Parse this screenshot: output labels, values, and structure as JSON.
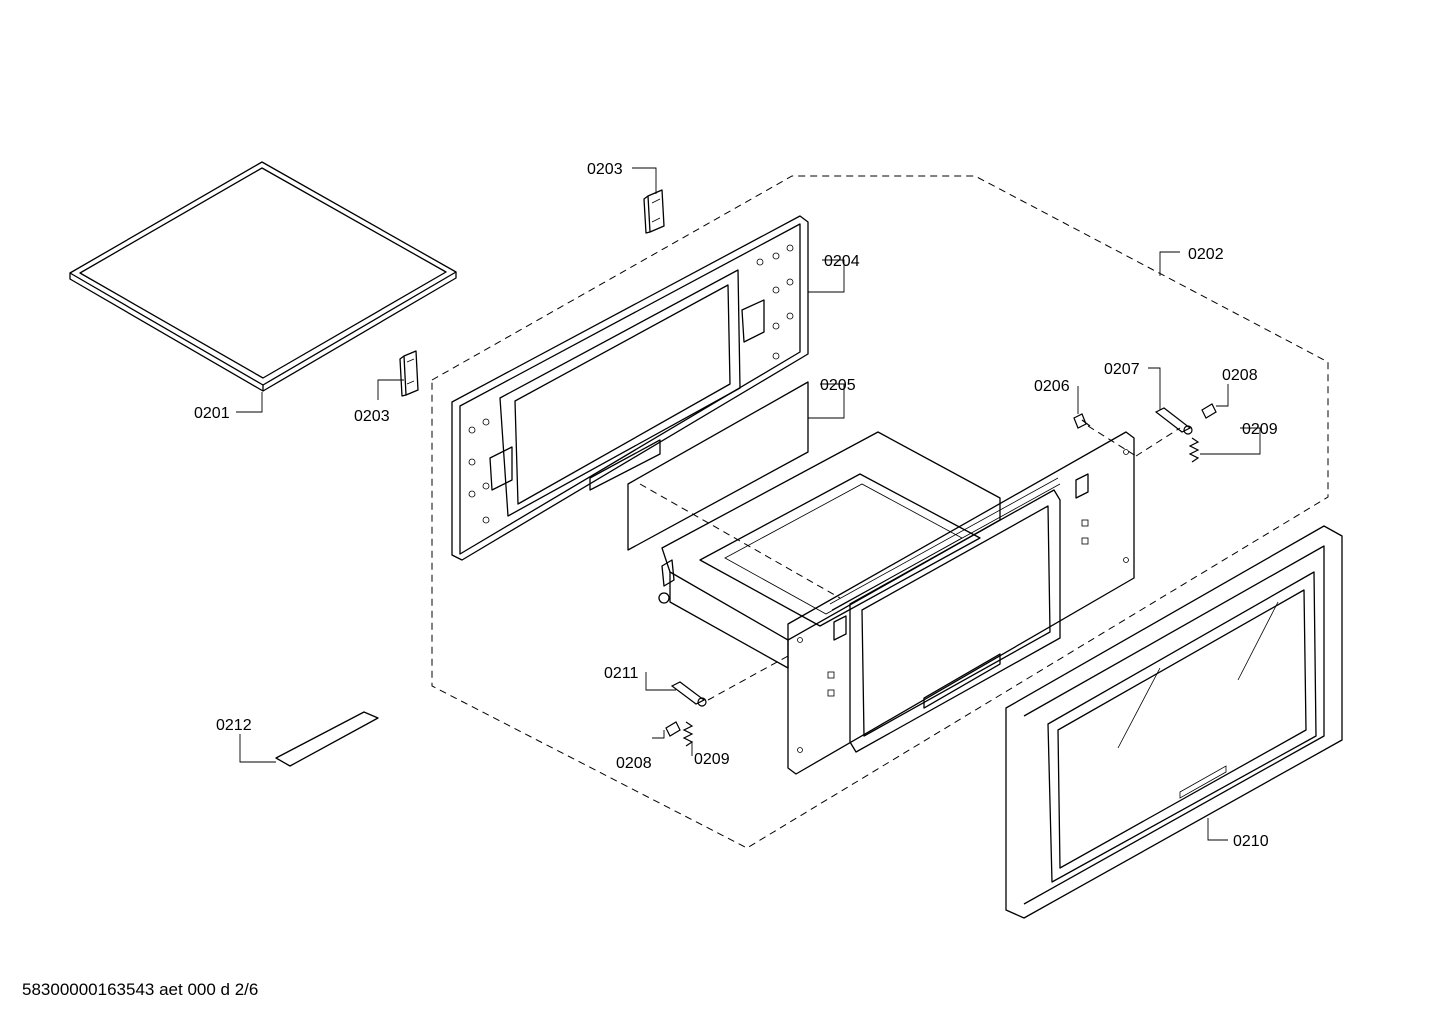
{
  "labels": {
    "p0201": "0201",
    "p0202": "0202",
    "p0203_top": "0203",
    "p0203_left": "0203",
    "p0204": "0204",
    "p0205": "0205",
    "p0206": "0206",
    "p0207": "0207",
    "p0208_right": "0208",
    "p0209_right": "0209",
    "p0208_left": "0208",
    "p0209_left": "0209",
    "p0210": "0210",
    "p0211": "0211",
    "p0212": "0212"
  },
  "footer": "58300000163543 aet 000 d 2/6"
}
